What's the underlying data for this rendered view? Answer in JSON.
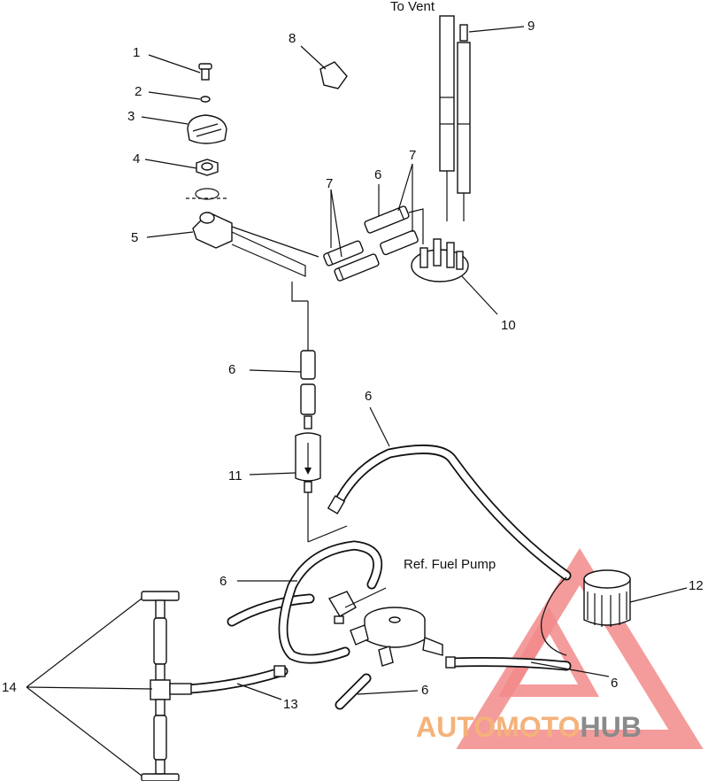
{
  "notes": {
    "to_vent": "To Vent",
    "ref_fuel_pump": "Ref. Fuel Pump"
  },
  "callouts": {
    "c1": "1",
    "c2": "2",
    "c3": "3",
    "c4": "4",
    "c5": "5",
    "c6a": "6",
    "c6b": "6",
    "c6c": "6",
    "c6d": "6",
    "c6e": "6",
    "c6f": "6",
    "c7a": "7",
    "c7b": "7",
    "c8": "8",
    "c9": "9",
    "c10": "10",
    "c11": "11",
    "c12": "12",
    "c13": "13",
    "c14": "14"
  },
  "watermark": {
    "part1": "AUTOMOTO",
    "part2": "HUB",
    "color1": "#f4b27a",
    "color2": "#8a8a8a",
    "logo_color": "#f28a8a"
  }
}
